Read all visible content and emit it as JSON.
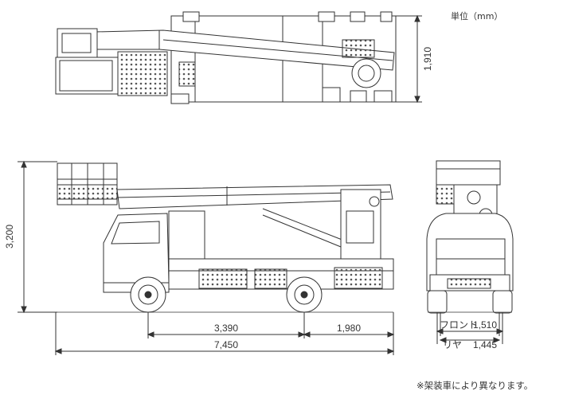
{
  "unit_label": "単位（mm）",
  "footnote": "※架装車により異なります。",
  "dimensions": {
    "top_width": "1,910",
    "total_height": "3,200",
    "wheelbase": "3,390",
    "rear_overhang": "1,980",
    "overall_length": "7,450",
    "front_tread_label": "フロント",
    "front_tread": "1,510",
    "rear_tread_label": "リヤ",
    "rear_tread": "1,445"
  }
}
